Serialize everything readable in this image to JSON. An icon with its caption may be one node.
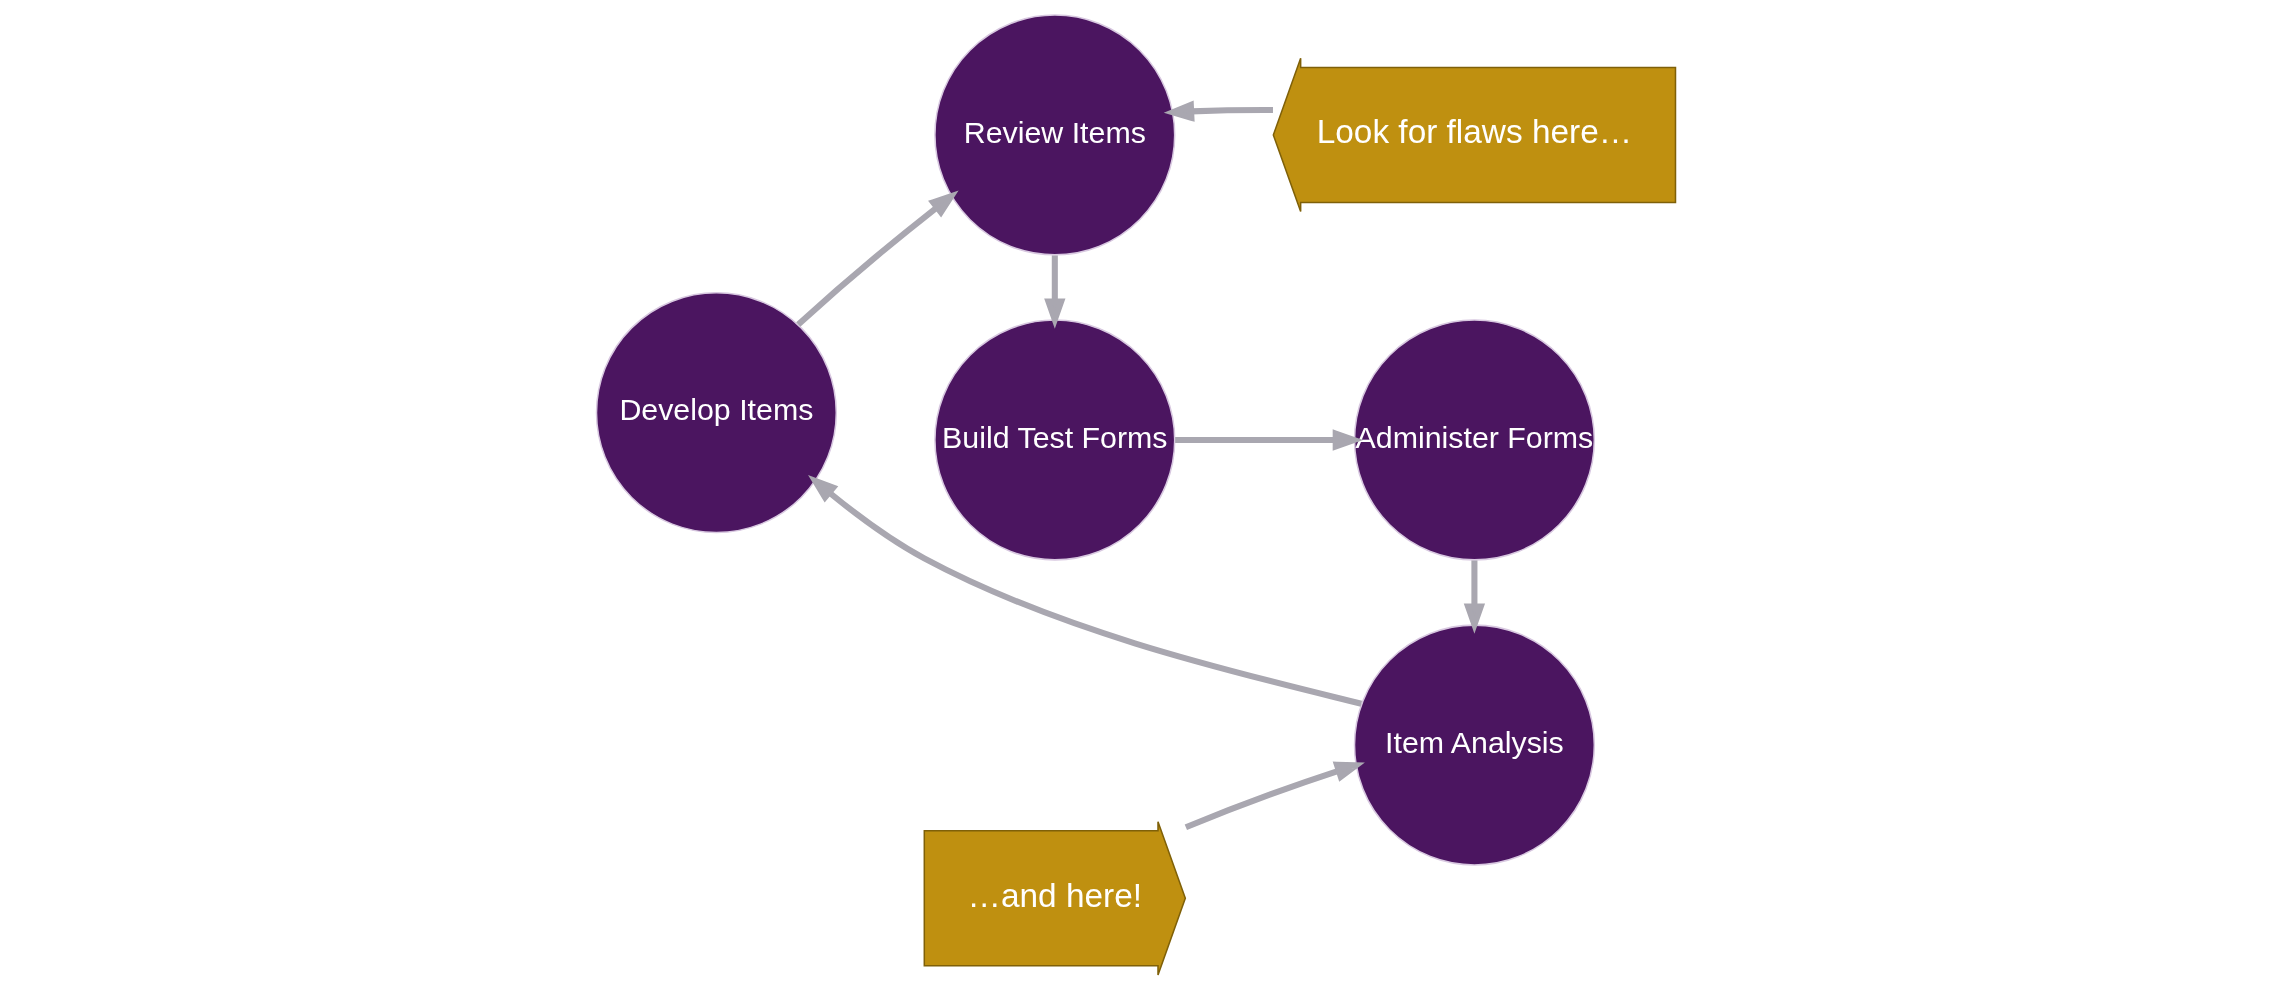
{
  "diagram": {
    "nodes": [
      {
        "text": [
          "Develop Items"
        ]
      },
      {
        "text": [
          "Review Items"
        ]
      },
      {
        "text": [
          "Build Test Forms"
        ]
      },
      {
        "text": [
          "Administer Forms"
        ]
      },
      {
        "text": [
          "Item Analysis"
        ]
      },
      {
        "text": [
          "Look for flaws here…"
        ]
      },
      {
        "text": [
          "…and here!"
        ]
      }
    ],
    "edges": [
      {
        "from": 0,
        "to": 1,
        "arrow": "to"
      },
      {
        "from": 1,
        "to": 2,
        "arrow": "to"
      },
      {
        "from": 2,
        "to": 3,
        "arrow": "to"
      },
      {
        "from": 3,
        "to": 4,
        "arrow": "to"
      },
      {
        "from": 4,
        "to": 0,
        "arrow": "to"
      },
      {
        "from": 5,
        "to": 1,
        "arrow": "to"
      },
      {
        "from": 6,
        "to": 4,
        "arrow": "to"
      }
    ]
  }
}
